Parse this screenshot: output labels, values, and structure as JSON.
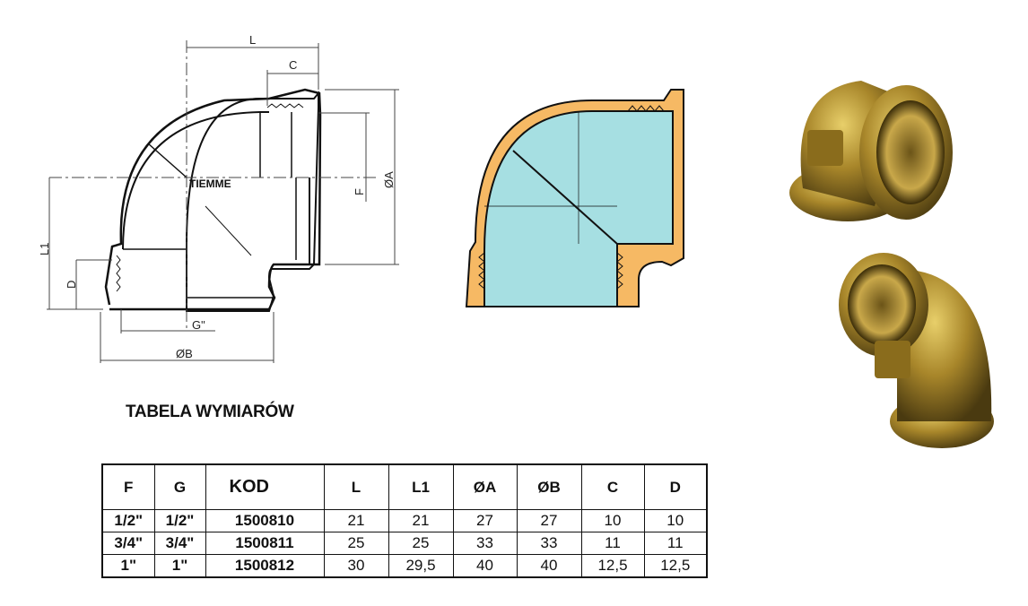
{
  "drawing": {
    "labels": {
      "L": "L",
      "C": "C",
      "A": "ØA",
      "F": "F",
      "L1": "L1",
      "D": "D",
      "G": "G\"",
      "B": "ØB"
    },
    "brand": "TIEMME"
  },
  "colors": {
    "wall": "#f6b964",
    "interior": "#a6dfe2",
    "brass": "#a8862a"
  },
  "title": "TABELA WYMIARÓW",
  "table": {
    "headers": [
      "F",
      "G",
      "KOD",
      "L",
      "L1",
      "ØA",
      "ØB",
      "C",
      "D"
    ],
    "rows": [
      [
        "1/2\"",
        "1/2\"",
        "1500810",
        "21",
        "21",
        "27",
        "27",
        "10",
        "10"
      ],
      [
        "3/4\"",
        "3/4\"",
        "1500811",
        "25",
        "25",
        "33",
        "33",
        "11",
        "11"
      ],
      [
        "1\"",
        "1\"",
        "1500812",
        "30",
        "29,5",
        "40",
        "40",
        "12,5",
        "12,5"
      ]
    ]
  }
}
